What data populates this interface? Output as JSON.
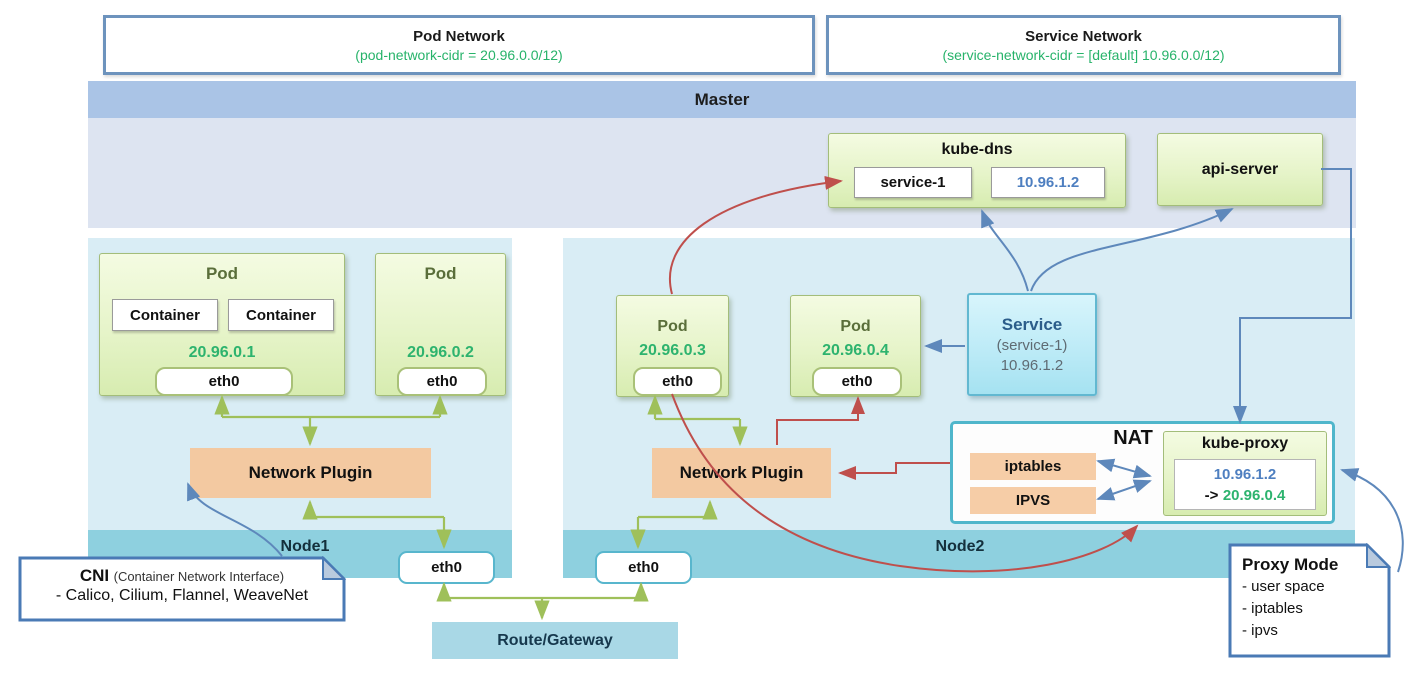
{
  "header": {
    "pod_network": {
      "title": "Pod Network",
      "subtitle": "(pod-network-cidr = 20.96.0.0/12)"
    },
    "service_network": {
      "title": "Service Network",
      "subtitle": "(service-network-cidr = [default] 10.96.0.0/12)"
    },
    "master_label": "Master"
  },
  "master": {
    "kube_dns": {
      "title": "kube-dns",
      "service_label": "service-1",
      "ip": "10.96.1.2"
    },
    "api_server": {
      "title": "api-server"
    }
  },
  "node1": {
    "label": "Node1",
    "pod1": {
      "title": "Pod",
      "containers": [
        "Container",
        "Container"
      ],
      "ip": "20.96.0.1",
      "eth": "eth0"
    },
    "pod2": {
      "title": "Pod",
      "ip": "20.96.0.2",
      "eth": "eth0"
    },
    "network_plugin": "Network Plugin",
    "eth0": "eth0"
  },
  "node2": {
    "label": "Node2",
    "pod3": {
      "title": "Pod",
      "ip": "20.96.0.3",
      "eth": "eth0"
    },
    "pod4": {
      "title": "Pod",
      "ip": "20.96.0.4",
      "eth": "eth0"
    },
    "service": {
      "title": "Service",
      "name": "(service-1)",
      "ip": "10.96.1.2"
    },
    "network_plugin": "Network Plugin",
    "nat": {
      "title": "NAT",
      "iptables": "iptables",
      "ipvs": "IPVS",
      "kube_proxy": {
        "title": "kube-proxy",
        "ip": "10.96.1.2",
        "arrow": "->",
        "target_ip": "20.96.0.4"
      }
    },
    "eth0": "eth0"
  },
  "route_gateway": "Route/Gateway",
  "cni": {
    "title": "CNI",
    "subtitle": "(Container Network Interface)",
    "items": "- Calico, Cilium, Flannel, WeaveNet"
  },
  "proxy_mode": {
    "title": "Proxy Mode",
    "items": [
      "- user space",
      "- iptables",
      "- ipvs"
    ]
  },
  "colors": {
    "green_text": "#2db36e",
    "blue_text": "#4e7fc0",
    "arrow_green": "#9fc05a",
    "arrow_red": "#bf4f4c",
    "arrow_blue": "#5e88bb",
    "pod_green": "#e6f4c9",
    "plugin_orange": "#f3c9a1",
    "node_band_teal": "#8ed0df",
    "master_blue": "#aac4e6"
  }
}
